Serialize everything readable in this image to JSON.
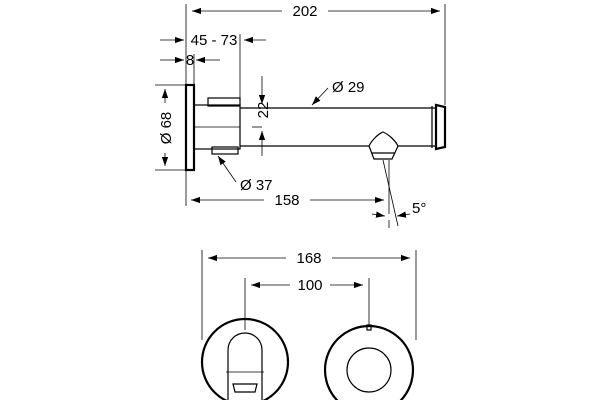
{
  "dimensions": {
    "overall_length": "202",
    "wall_depth": "45 - 73",
    "rosette_thickness": "8",
    "rosette_diameter": "Ø 68",
    "spout_offset": "22",
    "spout_diameter": "Ø 29",
    "mount_diameter": "Ø 37",
    "projection": "158",
    "angle": "5°",
    "plate_length": "168",
    "center_distance": "100"
  }
}
